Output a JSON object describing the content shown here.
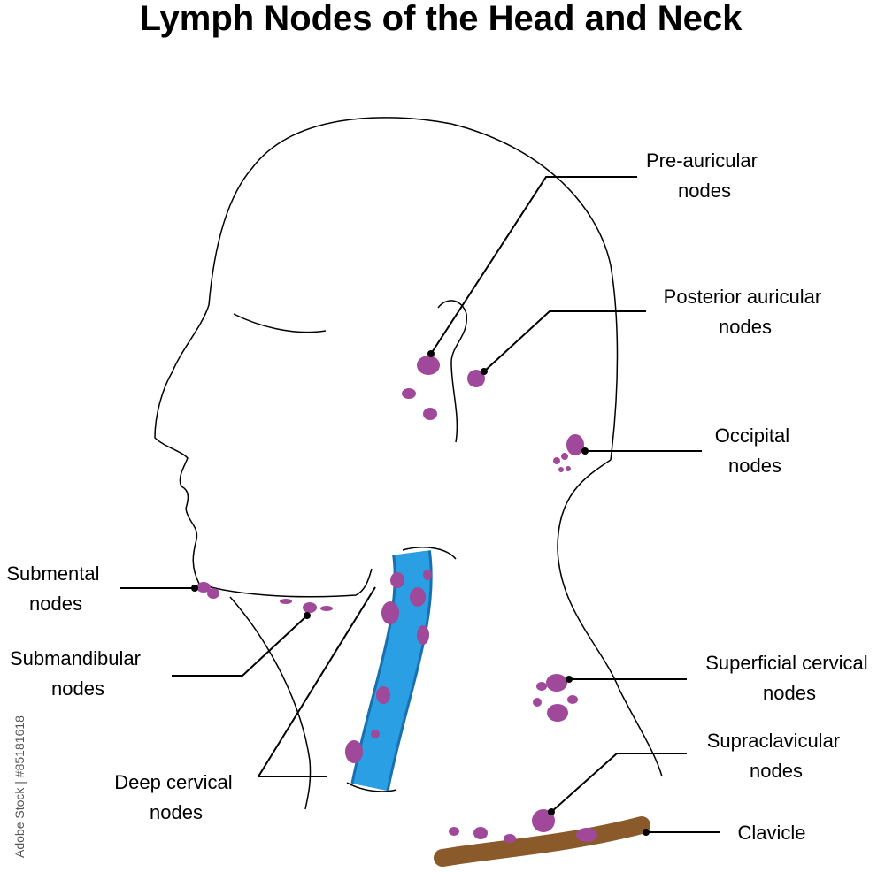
{
  "title": "Lymph Nodes of the Head and Neck",
  "stock_credit": "Adobe Stock | #85181618",
  "colors": {
    "node": "#a0489a",
    "vein": "#2b9fe3",
    "vein_edge": "#1a6fae",
    "clavicle": "#8b5a2b",
    "outline": "#000000"
  },
  "labels": {
    "pre_auricular": [
      "Pre-auricular",
      "nodes"
    ],
    "posterior_auricular": [
      "Posterior auricular",
      "nodes"
    ],
    "occipital": [
      "Occipital",
      "nodes"
    ],
    "submental": [
      "Submental",
      "nodes"
    ],
    "submandibular": [
      "Submandibular",
      "nodes"
    ],
    "superficial_cervical": [
      "Superficial cervical",
      "nodes"
    ],
    "supraclavicular": [
      "Supraclavicular",
      "nodes"
    ],
    "deep_cervical": [
      "Deep cervical",
      "nodes"
    ],
    "clavicle": [
      "Clavicle"
    ]
  }
}
